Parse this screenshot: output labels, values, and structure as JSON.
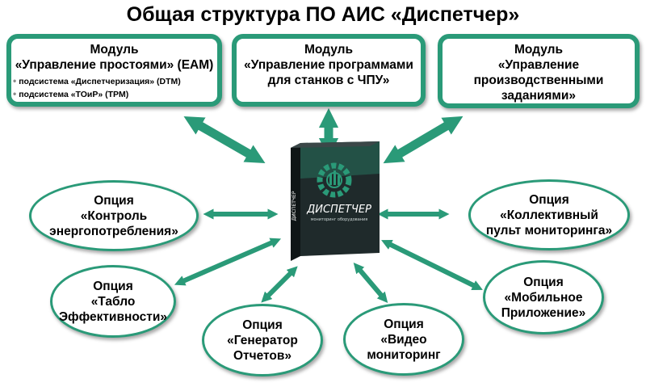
{
  "title": "Общая структура ПО АИС «Диспетчер»",
  "modules": [
    {
      "lines": [
        "Модуль",
        "«Управление простоями» (EAM)"
      ],
      "subs": [
        "подсистема «Диспетчеризация» (DTM)",
        "подсистема «ТОиР» (TPM)"
      ]
    },
    {
      "lines": [
        "Модуль",
        "«Управление программами",
        "для станков с ЧПУ»"
      ]
    },
    {
      "lines": [
        "Модуль",
        "«Управление",
        "производственными",
        "заданиями»"
      ]
    }
  ],
  "options": [
    {
      "lines": [
        "Опция",
        "«Контроль",
        "энергопотребления»"
      ]
    },
    {
      "lines": [
        "Опция",
        "«Табло",
        "Эффективности»"
      ]
    },
    {
      "lines": [
        "Опция",
        "«Генератор",
        "Отчетов»"
      ]
    },
    {
      "lines": [
        "Опция",
        "«Видео",
        "мониторинг"
      ]
    },
    {
      "lines": [
        "Опция",
        "«Мобильное",
        "Приложение»"
      ]
    },
    {
      "lines": [
        "Опция",
        "«Коллективный",
        "пульт мониторинга»"
      ]
    }
  ],
  "product_box": {
    "brand": "ДИСПЕТЧЕР",
    "tagline": "мониторинг оборудования"
  },
  "colors": {
    "accent": "#2a9a78",
    "box_dark": "#1f2a2b"
  }
}
